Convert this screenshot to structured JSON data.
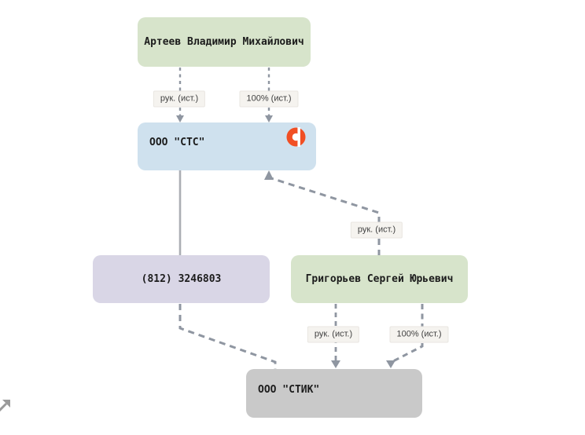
{
  "diagram": {
    "title": "company-relations-graph",
    "nodes": [
      {
        "id": "artev",
        "label": "Артеев Владимир Михайлович",
        "type": "person",
        "color": "#d7e4cb"
      },
      {
        "id": "sts",
        "label": "ООО \"СТС\"",
        "type": "company",
        "color": "#cfe1ee",
        "icon": "org-logo-icon",
        "icon_color": "#f14f24"
      },
      {
        "id": "phone",
        "label": "(812) 3246803",
        "type": "phone",
        "color": "#d9d6e6"
      },
      {
        "id": "grigoriev",
        "label": "Григорьев Сергей Юрьевич",
        "type": "person",
        "color": "#d7e4cb"
      },
      {
        "id": "stik",
        "label": "ООО \"СТИК\"",
        "type": "company",
        "color": "#c9c9c9"
      }
    ],
    "edges": [
      {
        "from": "artev",
        "to": "sts",
        "label": "рук. (ист.)",
        "style": "dashed",
        "arrow": "to"
      },
      {
        "from": "artev",
        "to": "sts",
        "label": "100% (ист.)",
        "style": "dashed",
        "arrow": "to"
      },
      {
        "from": "sts",
        "to": "phone",
        "label": "",
        "style": "solid",
        "arrow": "none"
      },
      {
        "from": "grigoriev",
        "to": "sts",
        "label": "рук. (ист.)",
        "style": "dashed",
        "arrow": "to"
      },
      {
        "from": "phone",
        "to": "stik",
        "label": "",
        "style": "dashed",
        "arrow": "none"
      },
      {
        "from": "grigoriev",
        "to": "stik",
        "label": "рук. (ист.)",
        "style": "dashed",
        "arrow": "to"
      },
      {
        "from": "grigoriev",
        "to": "stik",
        "label": "100% (ист.)",
        "style": "dashed",
        "arrow": "to"
      }
    ],
    "colors": {
      "edge_dashed": "#8f96a1",
      "edge_solid": "#abaeb4",
      "label_background": "#f5f3ef",
      "icon_orange": "#f14f24",
      "background": "#ffffff"
    }
  },
  "controls": {
    "expand_hint": "expand-graph"
  }
}
